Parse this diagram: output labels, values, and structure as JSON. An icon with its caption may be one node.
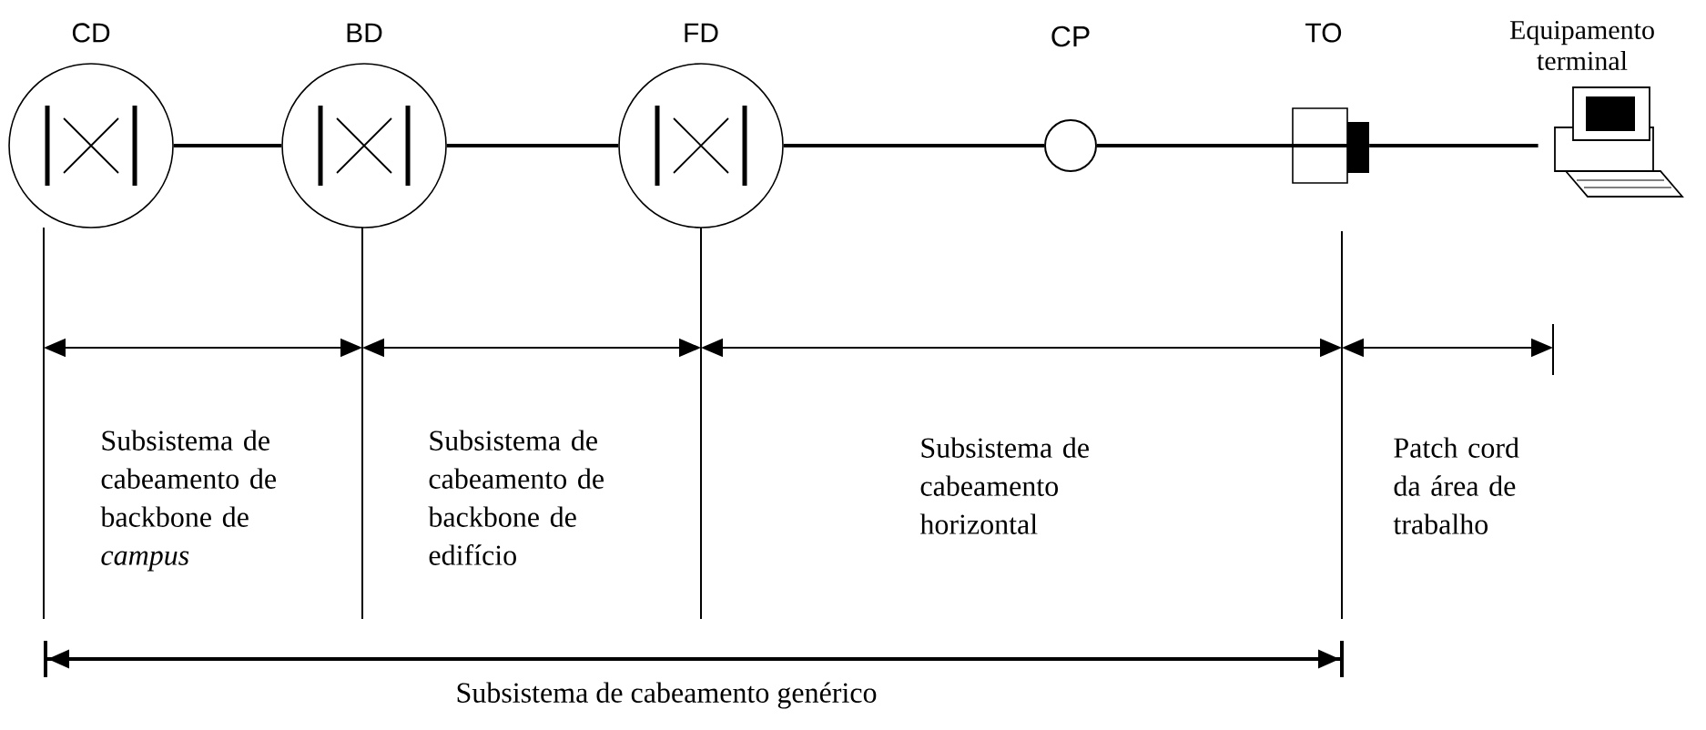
{
  "diagram": {
    "nodes": [
      {
        "text": [
          "CD"
        ]
      },
      {
        "text": [
          "BD"
        ]
      },
      {
        "text": [
          "FD"
        ]
      },
      {
        "text": [
          "CP"
        ]
      },
      {
        "text": [
          "TO"
        ]
      },
      {
        "text": [
          "Equipamento terminal"
        ]
      }
    ],
    "edges": [
      {
        "from": 0,
        "to": 1,
        "arrow": "none"
      },
      {
        "from": 1,
        "to": 2,
        "arrow": "none"
      },
      {
        "from": 2,
        "to": 3,
        "arrow": "none"
      },
      {
        "from": 3,
        "to": 4,
        "arrow": "none"
      },
      {
        "from": 4,
        "to": 5,
        "arrow": "none"
      }
    ],
    "labels": [
      "Subsistema de cabeamento de backbone de *campus*",
      "Subsistema de cabeamento de backbone de edifício",
      "Subsistema de cabeamento horizontal",
      "Patch cord da área de trabalho",
      "Subsistema de cabeamento genérico"
    ]
  }
}
